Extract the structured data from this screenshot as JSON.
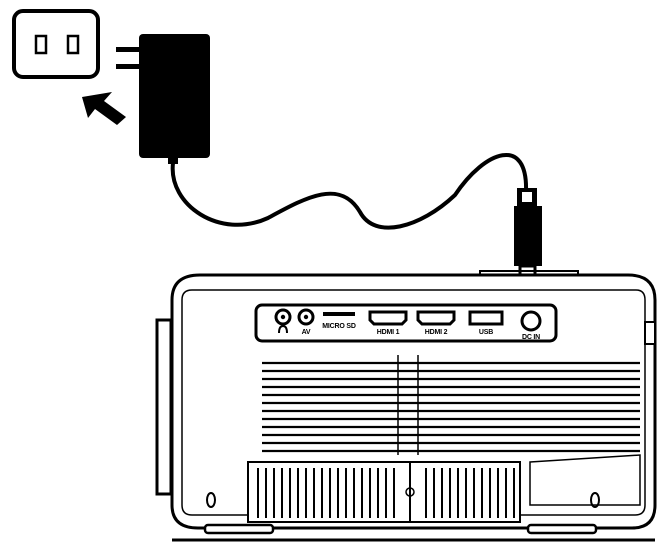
{
  "diagram": {
    "ports": [
      {
        "id": "audio",
        "label": "",
        "icon": "headphone-icon"
      },
      {
        "id": "av",
        "label": "AV"
      },
      {
        "id": "microsd",
        "label": "MICRO SD"
      },
      {
        "id": "hdmi1",
        "label": "HDMI 1"
      },
      {
        "id": "hdmi2",
        "label": "HDMI 2"
      },
      {
        "id": "usb",
        "label": "USB"
      },
      {
        "id": "dcin",
        "label": "DC IN"
      }
    ],
    "colors": {
      "line": "#000000",
      "background": "#ffffff",
      "adapter": "#000000"
    },
    "icons": [
      "wall-outlet-icon",
      "plug-in-arrow-icon",
      "power-adapter-icon",
      "power-cable-icon",
      "dc-plug-icon",
      "projector-icon"
    ]
  }
}
